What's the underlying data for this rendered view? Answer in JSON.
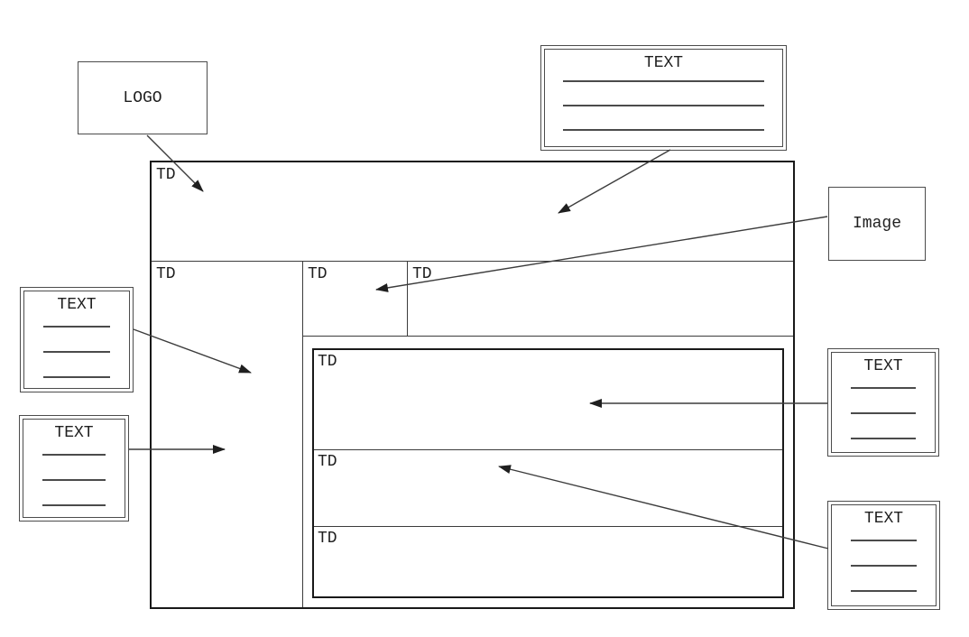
{
  "callouts": {
    "logo": {
      "label": "LOGO"
    },
    "image": {
      "label": "Image"
    },
    "text_top": {
      "title": "TEXT",
      "line_count": 3
    },
    "text_left_upper": {
      "title": "TEXT",
      "line_count": 3
    },
    "text_left_lower": {
      "title": "TEXT",
      "line_count": 3
    },
    "text_right_upper": {
      "title": "TEXT",
      "line_count": 3
    },
    "text_right_lower": {
      "title": "TEXT",
      "line_count": 3
    }
  },
  "layout_table": {
    "header_cell": {
      "label": "TD"
    },
    "sidebar_cell": {
      "label": "TD"
    },
    "middle_cell": {
      "label": "TD"
    },
    "right_cell": {
      "label": "TD"
    },
    "nested_rows": [
      {
        "label": "TD"
      },
      {
        "label": "TD"
      },
      {
        "label": "TD"
      }
    ]
  },
  "arrows": [
    {
      "from": "logo-callout",
      "to": "header-cell"
    },
    {
      "from": "text-top-callout",
      "to": "header-cell"
    },
    {
      "from": "image-callout",
      "to": "middle-cell"
    },
    {
      "from": "text-left-upper-callout",
      "to": "sidebar-cell"
    },
    {
      "from": "text-left-lower-callout",
      "to": "sidebar-cell"
    },
    {
      "from": "text-right-upper-callout",
      "to": "nested-row-1"
    },
    {
      "from": "text-right-lower-callout",
      "to": "nested-row-2"
    }
  ],
  "colors": {
    "background": "#ffffff",
    "strong_border": "#191919",
    "line": "#3c3c3c",
    "text": "#1f1f1f"
  }
}
